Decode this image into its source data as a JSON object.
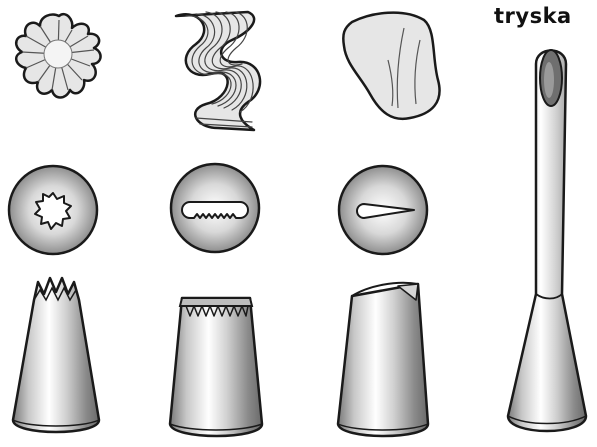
{
  "diagram": {
    "label": "tryska",
    "colors": {
      "outline": "#1a1a1a",
      "metal_light": "#ffffff",
      "metal_mid": "#d9d9d9",
      "metal_dark": "#8c8c8c",
      "icing_fill": "#e6e6e6"
    },
    "parts": [
      {
        "name": "star-icing-sample"
      },
      {
        "name": "ribbon-icing-sample"
      },
      {
        "name": "leaf-icing-sample"
      },
      {
        "name": "star-nozzle-opening"
      },
      {
        "name": "ribbon-nozzle-opening"
      },
      {
        "name": "leaf-nozzle-opening"
      },
      {
        "name": "star-nozzle-side"
      },
      {
        "name": "ribbon-nozzle-side"
      },
      {
        "name": "leaf-nozzle-side"
      },
      {
        "name": "long-tube-nozzle"
      }
    ]
  }
}
